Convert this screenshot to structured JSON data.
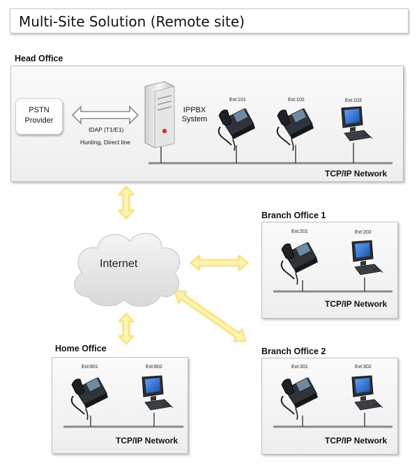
{
  "title": "Multi-Site Solution (Remote site)",
  "head_office": {
    "label": "Head Office",
    "pstn": {
      "line1": "PSTN",
      "line2": "Provider"
    },
    "link": {
      "line1": "IDAP (T1/E1)",
      "line2": "Hunting, Direct line"
    },
    "ippbx": {
      "line1": "IPPBX",
      "line2": "System"
    },
    "extensions": [
      "Ext:101",
      "Ext:102",
      "Ext:103"
    ],
    "network": "TCP/IP Network"
  },
  "internet": {
    "label": "Internet"
  },
  "branch1": {
    "label": "Branch Office  1",
    "extensions": [
      "Ext:201",
      "Ext:202"
    ],
    "network": "TCP/IP Network"
  },
  "branch2": {
    "label": "Branch Office  2",
    "extensions": [
      "Ext:301",
      "Ext:302"
    ],
    "network": "TCP/IP Network"
  },
  "home_office": {
    "label": "Home Office",
    "extensions": [
      "Ext:801",
      "Ext:802"
    ],
    "network": "TCP/IP Network"
  },
  "colors": {
    "connector": "#fff3b0",
    "connector_glow": "#f2dc70",
    "phone": "#2a2f35",
    "screen": "#2a6fd0",
    "bus": "#8a8a8a"
  },
  "icons": {
    "phone": "ip-phone-icon",
    "computer": "computer-icon",
    "server": "ippbx-server-icon",
    "cloud": "internet-cloud-icon"
  }
}
